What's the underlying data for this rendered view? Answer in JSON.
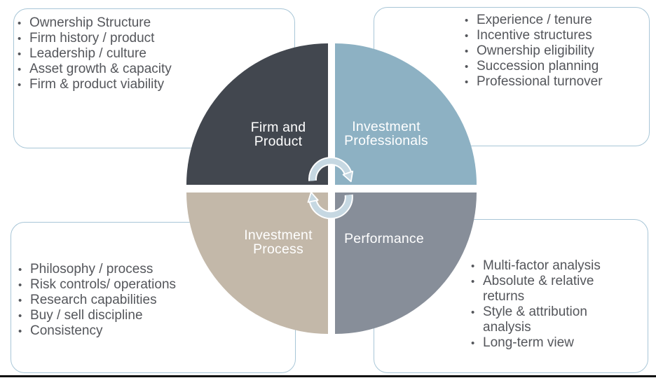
{
  "diagram_title": "",
  "colors": {
    "quadrant_firm_product": "#42474f",
    "quadrant_investment_professionals": "#8db1c3",
    "quadrant_investment_process": "#c3b8a9",
    "quadrant_performance": "#878e99",
    "box_border": "#a8c6d7",
    "bullet_text": "#54565b",
    "label_text": "#ffffff",
    "arrow_fill": "#c6d8e2",
    "arrow_outline": "#ffffff",
    "bottom_rule": "#111111",
    "background": "#ffffff"
  },
  "center_icon": "clockwise-cycle-arrows",
  "quadrants": {
    "firm_product": {
      "line1": "Firm and",
      "line2": "Product"
    },
    "investment_professionals": {
      "line1": "Investment",
      "line2": "Professionals"
    },
    "investment_process": {
      "line1": "Investment",
      "line2": "Process"
    },
    "performance": {
      "line1": "Performance"
    }
  },
  "boxes": {
    "top_left": {
      "items": [
        "Ownership Structure",
        "Firm history / product",
        "Leadership / culture",
        "Asset growth & capacity",
        "Firm & product viability"
      ]
    },
    "top_right": {
      "items": [
        "Experience / tenure",
        "Incentive structures",
        "Ownership eligibility",
        "Succession planning",
        "Professional turnover"
      ]
    },
    "bottom_left": {
      "items": [
        "Philosophy / process",
        "Risk controls/ operations",
        "Research capabilities",
        "Buy / sell discipline",
        "Consistency"
      ]
    },
    "bottom_right": {
      "items": [
        "Multi-factor analysis",
        "Absolute & relative returns",
        "Style & attribution analysis",
        "Long-term view"
      ]
    }
  }
}
